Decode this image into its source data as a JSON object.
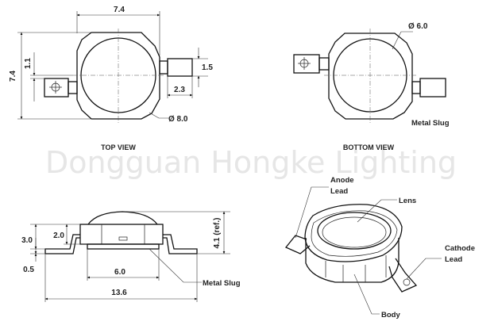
{
  "watermark": "Dongguan Hongke Lighting",
  "top_view": {
    "caption": "TOP VIEW",
    "width_dim": "7.4",
    "height_dim": "7.4",
    "left_lead_dim": "1.1",
    "right_lead_height_dim": "1.5",
    "right_lead_length_dim": "2.3",
    "outer_diameter_dim": "Ø 8.0"
  },
  "bottom_view": {
    "caption": "BOTTOM VIEW",
    "slug_diameter_dim": "Ø 6.0",
    "slug_label": "Metal Slug"
  },
  "side_view": {
    "height_dim": "3.0",
    "lens_dim": "2.0",
    "lead_thickness_dim": "0.5",
    "slug_width_dim": "6.0",
    "total_length_dim": "13.6",
    "total_height_dim": "4.1 (ref.)",
    "slug_label": "Metal Slug"
  },
  "iso_view": {
    "anode_label_line1": "Anode",
    "anode_label_line2": "Lead",
    "lens_label": "Lens",
    "cathode_label_line1": "Cathode",
    "cathode_label_line2": "Lead",
    "body_label": "Body"
  }
}
